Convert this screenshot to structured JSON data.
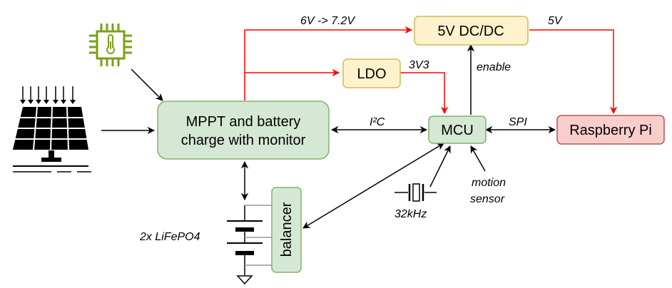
{
  "nodes": {
    "mppt": {
      "label_line1": "MPPT and battery",
      "label_line2": "charge with monitor",
      "fill": "#d5e8d4",
      "stroke": "#82b366"
    },
    "mcu": {
      "label": "MCU",
      "fill": "#d5e8d4",
      "stroke": "#82b366"
    },
    "dcdc": {
      "label": "5V DC/DC",
      "fill": "#fff2cc",
      "stroke": "#d6b656"
    },
    "ldo": {
      "label": "LDO",
      "fill": "#fff2cc",
      "stroke": "#d6b656"
    },
    "rpi": {
      "label": "Raspberry Pi",
      "fill": "#f8cecc",
      "stroke": "#b85450"
    },
    "balancer": {
      "label": "balancer",
      "fill": "#d5e8d4",
      "stroke": "#82b366"
    }
  },
  "edge_labels": {
    "voltage_range": "6V -> 7.2V",
    "five_v": "5V",
    "three_v3": "3V3",
    "enable": "enable",
    "i2c": "I²C",
    "spi": "SPI",
    "motion_line1": "motion",
    "motion_line2": "sensor",
    "crystal": "32kHz",
    "battery": "2x LiFePO4"
  },
  "colors": {
    "power_line": "#ff0000",
    "signal_line": "#000000",
    "wire_gray": "#999999",
    "sensor_icon": "#7aa116"
  },
  "icons": [
    "temperature-sensor-icon",
    "solar-panel-icon",
    "crystal-oscillator-icon",
    "battery-icon",
    "ground-icon"
  ]
}
